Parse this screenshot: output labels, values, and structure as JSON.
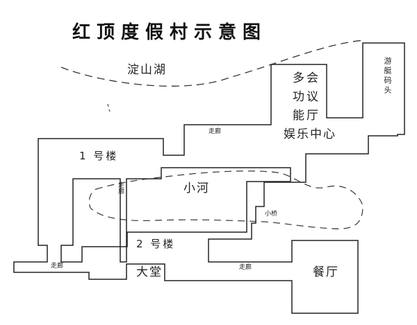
{
  "map": {
    "title": "红顶度假村示意图",
    "labels": {
      "lake": "淀山湖",
      "multi_hall": "多会功议能厅",
      "pier": "游艇码头",
      "entertainment": "娱乐中心",
      "building1": "1 号楼",
      "river": "小河",
      "building2": "2 号楼",
      "lobby": "大堂",
      "restaurant": "餐厅",
      "corridor_top": "走廊",
      "corridor_left": "走廊",
      "corridor_bottom_left": "走廊",
      "corridor_bottom_mid": "走廊",
      "bridge": "小桥"
    }
  },
  "colors": {
    "line": "#222222",
    "background": "#ffffff"
  }
}
